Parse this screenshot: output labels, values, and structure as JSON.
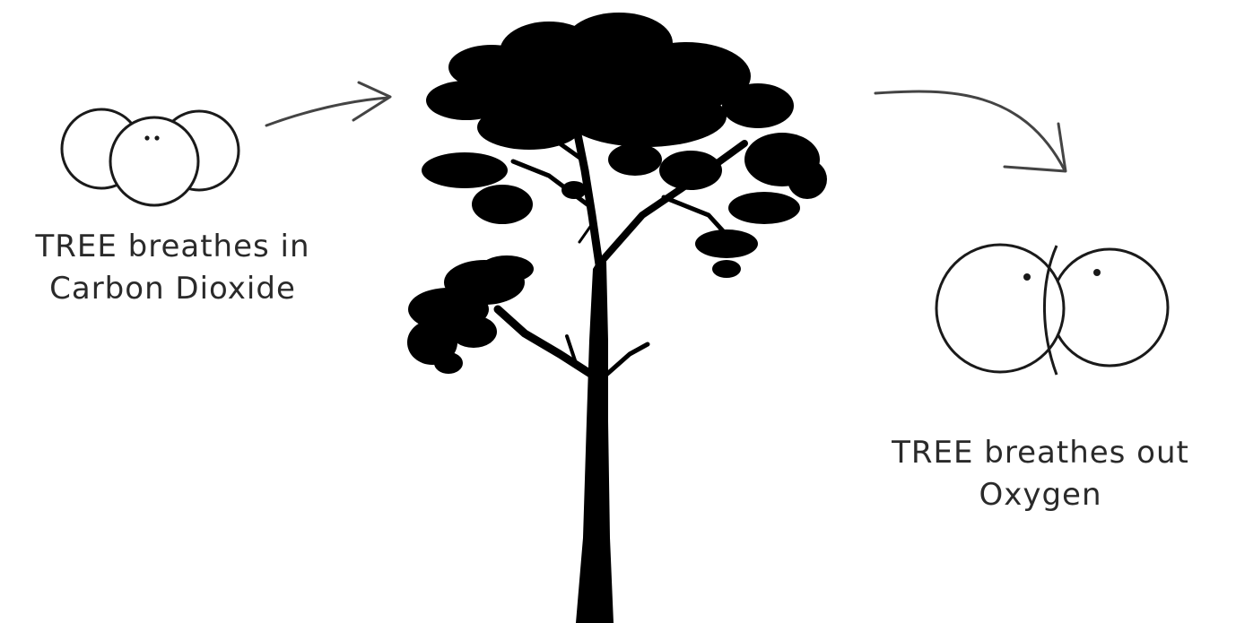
{
  "captions": {
    "inhale_line1": "TREE breathes in",
    "inhale_line2": "Carbon Dioxide",
    "exhale_line1": "TREE breathes out",
    "exhale_line2": "Oxygen"
  },
  "icons": {
    "co2": "carbon-dioxide-molecule-icon",
    "o2": "oxygen-molecule-icon",
    "tree": "tree-silhouette-icon",
    "arrow_in": "arrow-right-icon",
    "arrow_out": "arrow-curved-down-icon"
  },
  "colors": {
    "ink": "#1a1a1a",
    "tree": "#000000",
    "arrow": "#444444",
    "text": "#2a2a2a",
    "background": "#ffffff"
  }
}
